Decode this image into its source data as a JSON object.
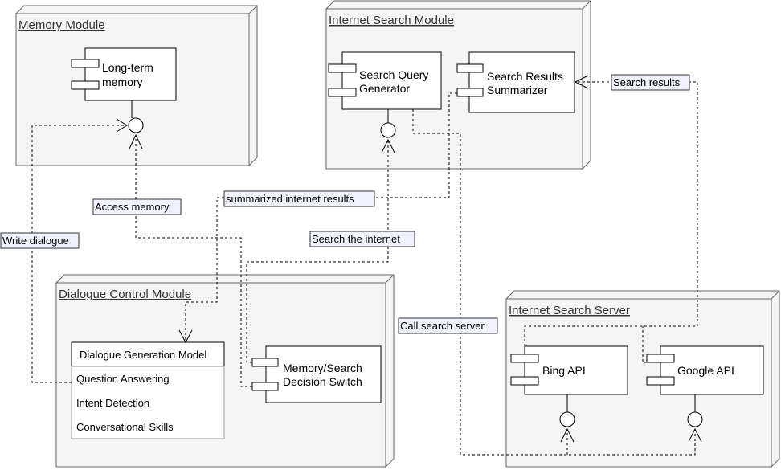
{
  "nodes": {
    "memory": "Memory Module",
    "search": "Internet Search Module",
    "dialogue": "Dialogue Control Module",
    "server": "Internet Search Server"
  },
  "components": {
    "long_term_memory": [
      "Long-term",
      "memory"
    ],
    "query_generator": [
      "Search Query",
      "Generator"
    ],
    "results_summarizer": [
      "Search Results",
      "Summarizer"
    ],
    "decision_switch": [
      "Memory/Search",
      "Decision Switch"
    ],
    "bing": "Bing API",
    "google": "Google API"
  },
  "model": {
    "title": "Dialogue Generation Model",
    "items": [
      "Question Answering",
      "Intent Detection",
      "Conversational Skills"
    ]
  },
  "edges": {
    "write_dialogue": "Write dialogue",
    "access_memory": "Access memory",
    "summarized_results": "summarized internet results",
    "search_internet": "Search the internet",
    "call_server": "Call search server",
    "search_results": "Search results"
  }
}
